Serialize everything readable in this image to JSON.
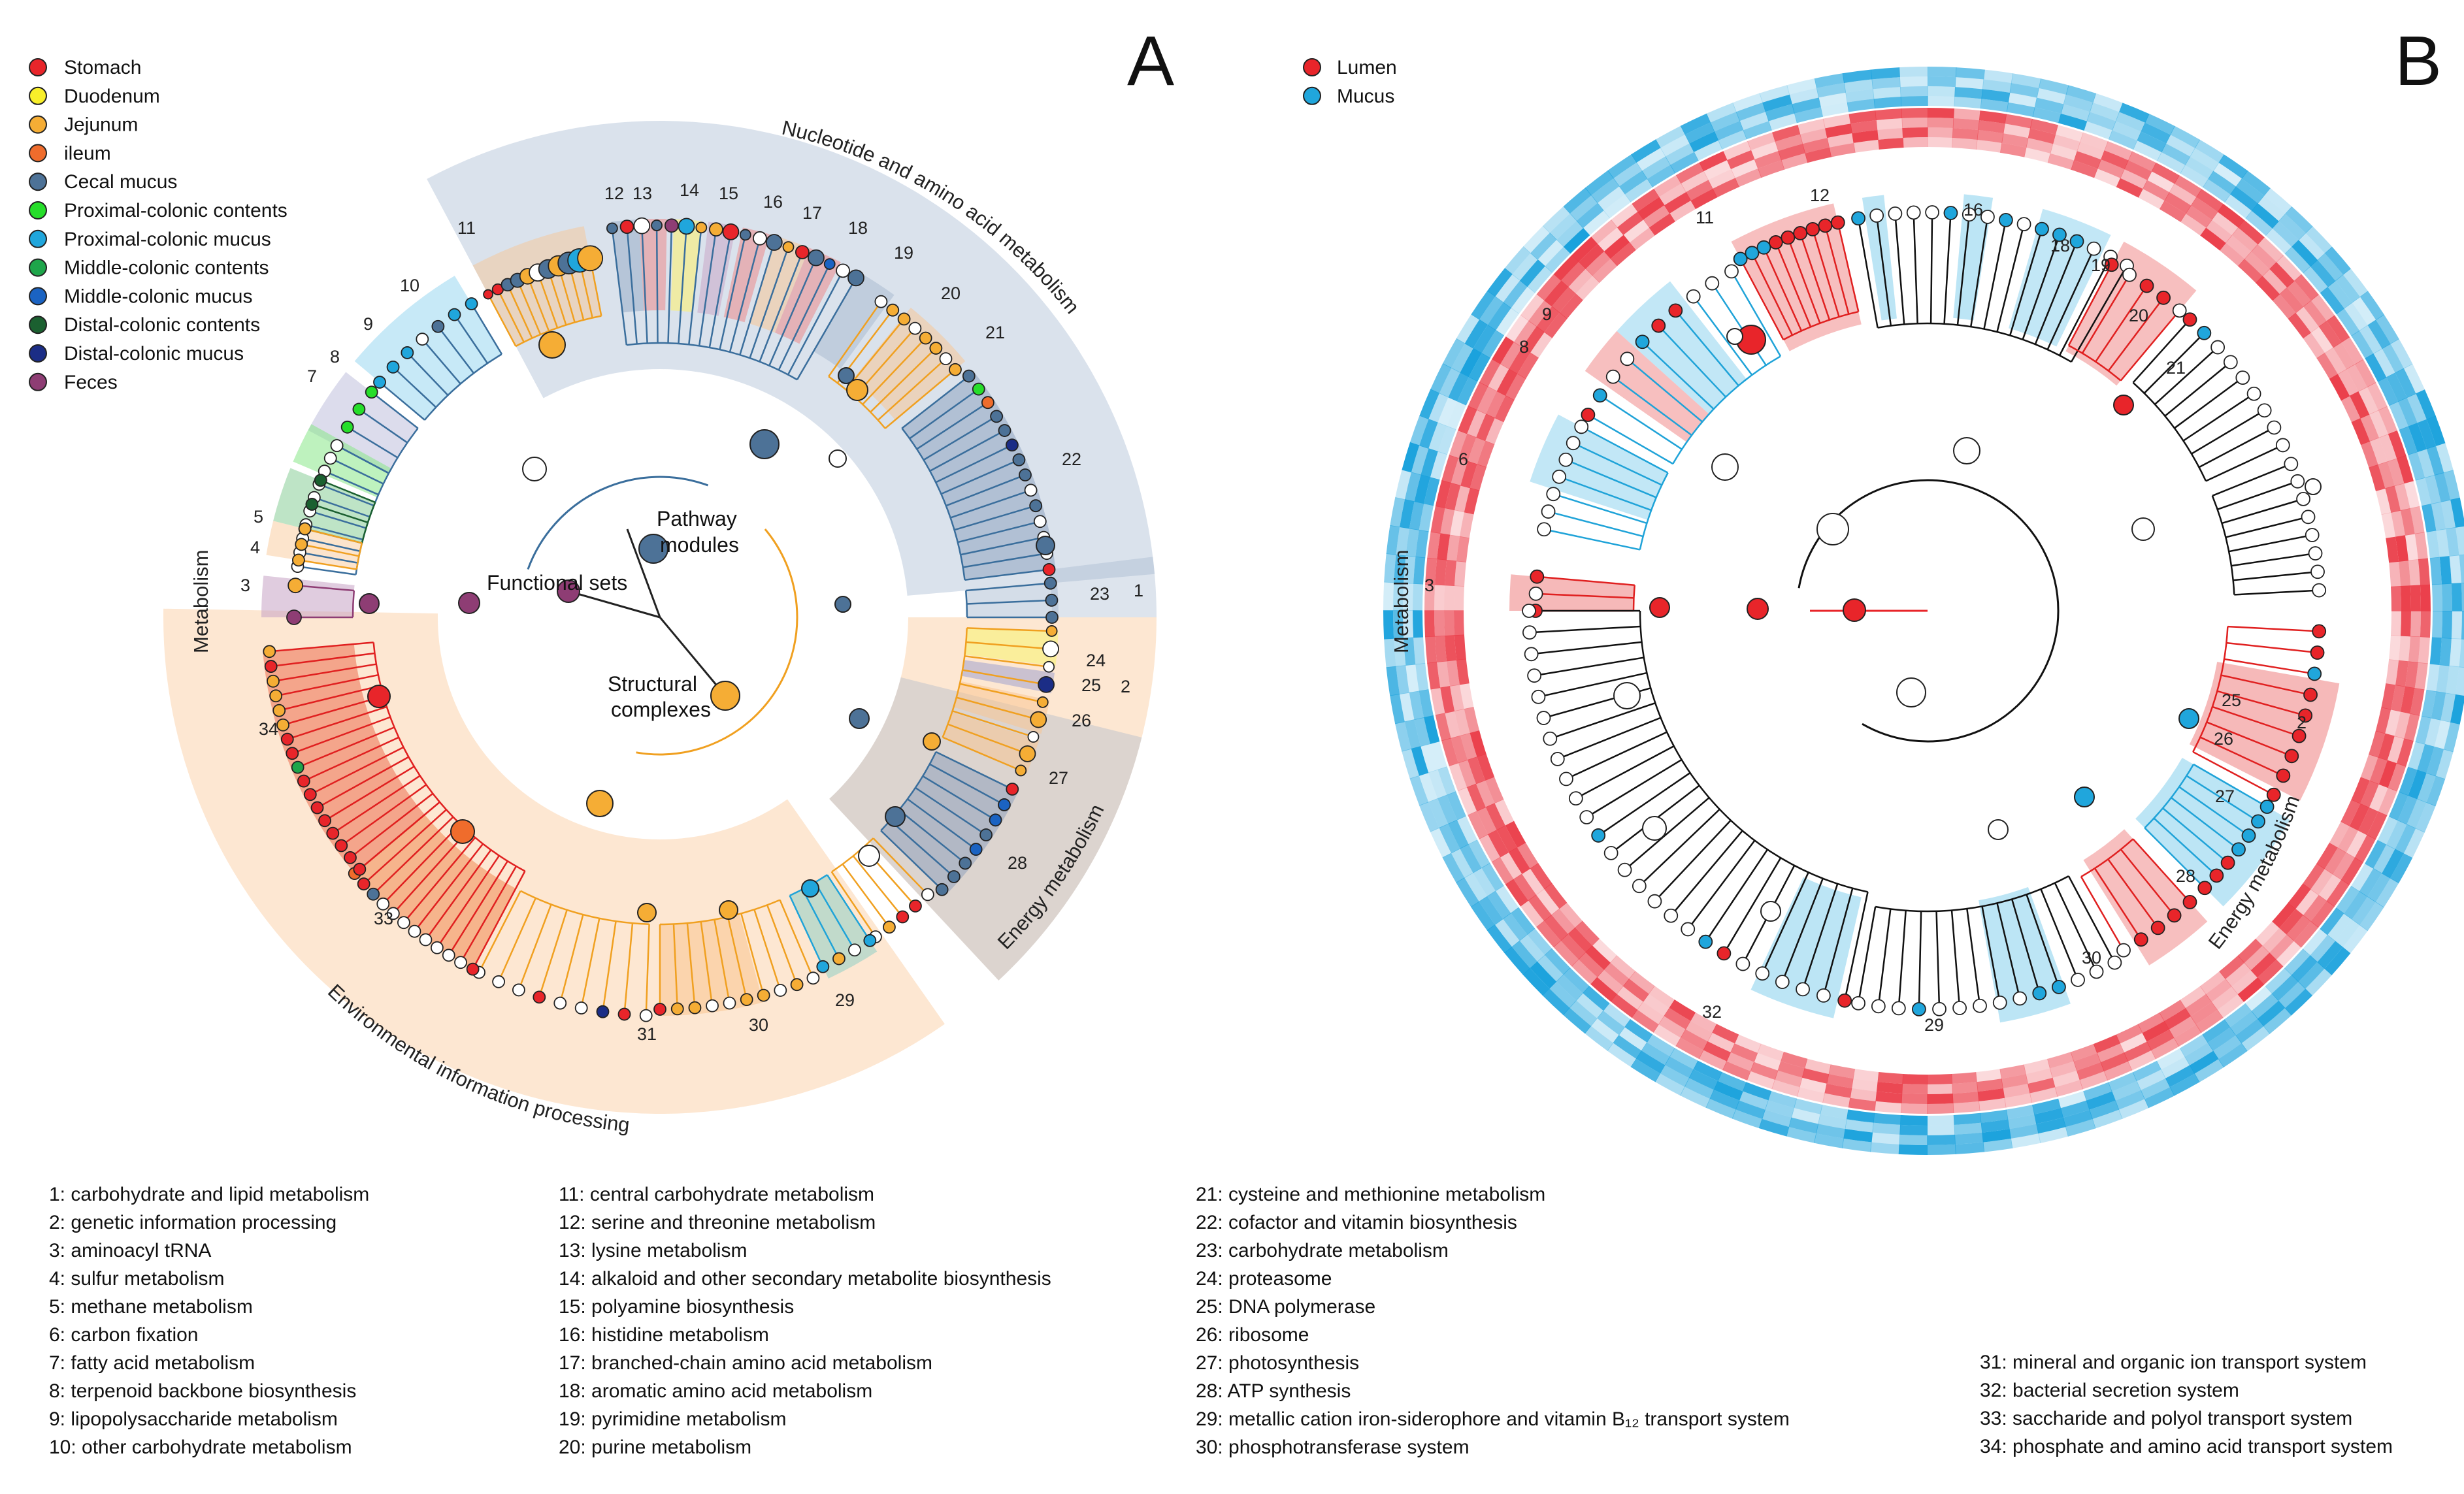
{
  "panels": {
    "a": "A",
    "b": "B"
  },
  "colors": {
    "hl_blue": "#9fb3cc",
    "hl_orange": "#f9c48e",
    "hl_purple": "#c7a2c4",
    "hl_light_blue": "#8fd4ef",
    "hl_red": "#f08a8a",
    "branch_blue": "#3a6e9c",
    "branch_orange": "#f0a020",
    "branch_red": "#e02020",
    "branch_cyan": "#1fa3d8",
    "branch_black": "#111111",
    "ring_blue": "#16a0dc",
    "ring_red": "#ea3a46"
  },
  "legend_a": [
    {
      "label": "Stomach",
      "color": "#e8252a"
    },
    {
      "label": "Duodenum",
      "color": "#f8ef2a"
    },
    {
      "label": "Jejunum",
      "color": "#f5ad35"
    },
    {
      "label": "ileum",
      "color": "#ef6c2c"
    },
    {
      "label": "Cecal mucus",
      "color": "#4d7297"
    },
    {
      "label": "Proximal-colonic contents",
      "color": "#26de2a"
    },
    {
      "label": "Proximal-colonic mucus",
      "color": "#20a6dc"
    },
    {
      "label": "Middle-colonic contents",
      "color": "#1ea54a"
    },
    {
      "label": "Middle-colonic mucus",
      "color": "#1b63c2"
    },
    {
      "label": "Distal-colonic contents",
      "color": "#1b6030"
    },
    {
      "label": "Distal-colonic mucus",
      "color": "#1b2d86"
    },
    {
      "label": "Feces",
      "color": "#8e3d74"
    }
  ],
  "legend_b": [
    {
      "label": "Lumen",
      "color": "#e8252a"
    },
    {
      "label": "Mucus",
      "color": "#20a6dc"
    }
  ],
  "tree_a": {
    "inner_labels": {
      "pathway": [
        "Pathway",
        "modules"
      ],
      "functional": "Functional sets",
      "structural": [
        "Structural",
        "complexes"
      ]
    },
    "arc_labels": {
      "nucleotide": "Nucleotide and amino acid metabolism",
      "environmental": "Environmental information processing",
      "energy": "Energy metabolism",
      "metabolism": "Metabolism"
    }
  },
  "tree_b": {
    "arc_labels": {
      "energy": "Energy metabolism",
      "metabolism": "Metabolism"
    }
  },
  "key": [
    [
      "1: carbohydrate and lipid metabolism",
      "2: genetic information processing",
      "3: aminoacyl tRNA",
      "4: sulfur metabolism",
      "5: methane metabolism",
      "6: carbon fixation",
      "7: fatty acid metabolism",
      "8: terpenoid backbone biosynthesis",
      "9: lipopolysaccharide metabolism",
      "10: other carbohydrate metabolism"
    ],
    [
      "11: central carbohydrate metabolism",
      "12: serine and threonine metabolism",
      "13: lysine metabolism",
      "14: alkaloid and other secondary metabolite biosynthesis",
      "15: polyamine biosynthesis",
      "16: histidine metabolism",
      "17: branched-chain amino acid metabolism",
      "18: aromatic amino acid metabolism",
      "19: pyrimidine metabolism",
      "20: purine metabolism"
    ],
    [
      "21: cysteine and methionine metabolism",
      "22: cofactor and vitamin biosynthesis",
      "23: carbohydrate metabolism",
      "24: proteasome",
      "25: DNA polymerase",
      "26: ribosome",
      "27: photosynthesis",
      "28: ATP synthesis",
      "29: metallic cation iron-siderophore and vitamin B₁₂ transport system",
      "30: phosphotransferase system"
    ],
    [
      "31: mineral and organic ion transport system",
      "32: bacterial secretion system",
      "33: saccharide and polyol transport system",
      "34: phosphate and amino acid transport system"
    ]
  ]
}
